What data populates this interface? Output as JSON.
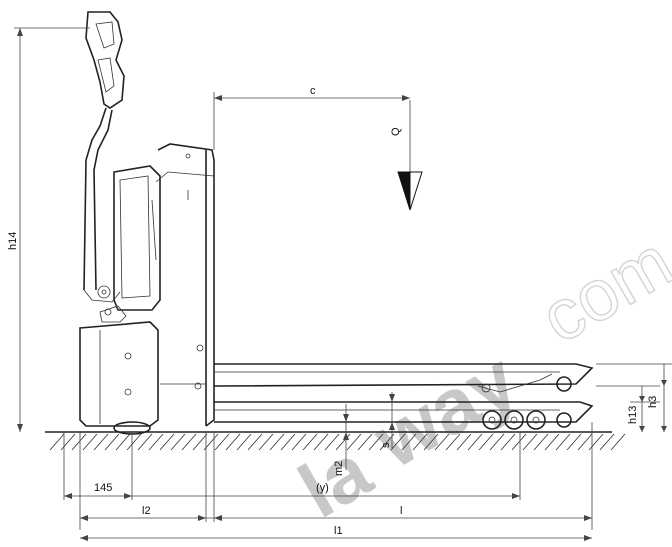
{
  "dimensions": {
    "h14": "h14",
    "c": "c",
    "Q": "Q",
    "h3": "h3",
    "h13": "h13",
    "m2": "m2",
    "s": "s",
    "y": "(y)",
    "d145": "145",
    "l2": "l2",
    "l": "l",
    "l1": "l1"
  },
  "watermark": {
    "bold_part": "way",
    "prefix": "la",
    "light_part": "com"
  },
  "colors": {
    "line": "#222222",
    "watermark": "#c8c8c8"
  }
}
